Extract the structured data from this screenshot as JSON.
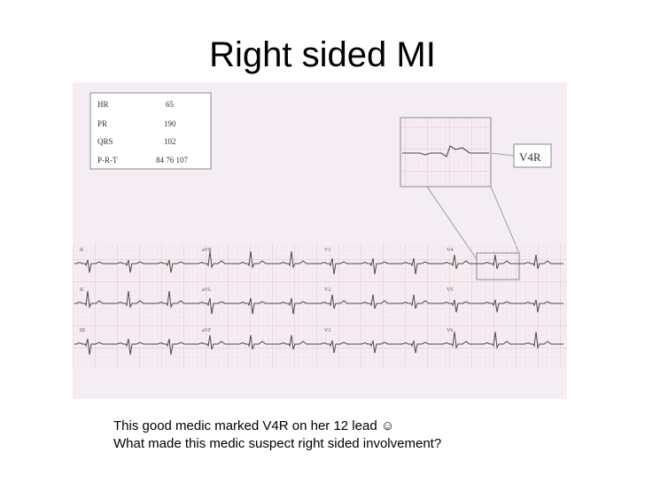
{
  "slide": {
    "title": "Right sided MI",
    "caption_line1": "This good medic marked V4R on her 12 lead ☺",
    "caption_line2": "What made this medic suspect right sided involvement?"
  },
  "ecg": {
    "measurements": [
      {
        "label": "HR",
        "value": "65"
      },
      {
        "label": "PR",
        "value": "190"
      },
      {
        "label": "QRS",
        "value": "102"
      },
      {
        "label": "P-R-T",
        "value": "84  76  107"
      }
    ],
    "callout_label": "V4R",
    "lead_labels": {
      "row1": [
        "II",
        "aVR",
        "V1",
        "V4"
      ],
      "row2": [
        "II",
        "aVL",
        "V2",
        "V5"
      ],
      "row3": [
        "III",
        "aVF",
        "V3",
        "V6"
      ]
    },
    "colors": {
      "paper_background": "#f4eef4",
      "grid_pink": "#f3c9cf",
      "trace": "#4a4a4a",
      "inset_border": "#8a8a8a"
    }
  }
}
